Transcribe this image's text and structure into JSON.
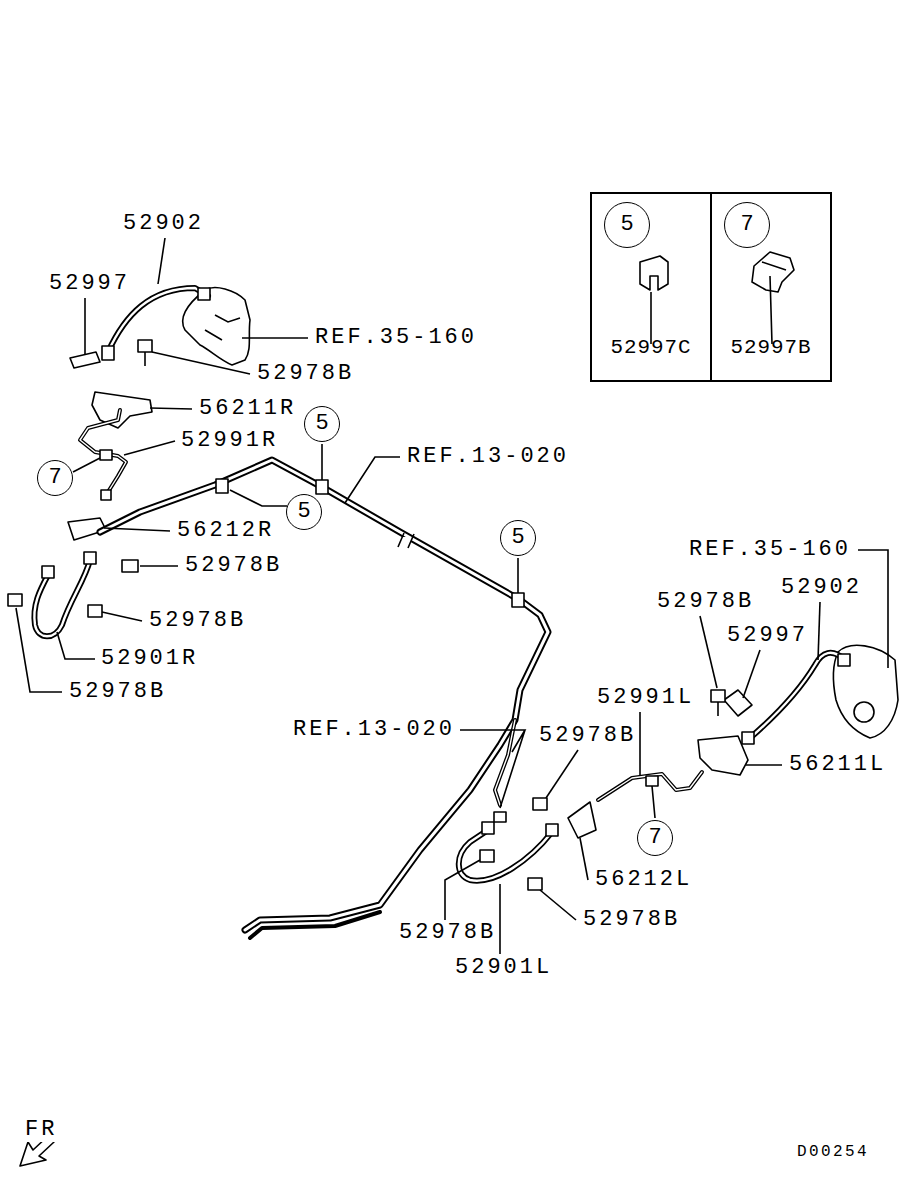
{
  "diagram": {
    "nodes": [
      {
        "text": [
          "52997C"
        ]
      },
      {
        "text": [
          "5"
        ],
        "in": 0
      },
      {
        "text": [
          "52997B"
        ]
      },
      {
        "text": [
          "7"
        ],
        "in": 2
      },
      {
        "text": [
          "5"
        ]
      },
      {
        "text": [
          "7"
        ]
      },
      {
        "text": [
          "5"
        ]
      },
      {
        "text": [
          "5"
        ]
      },
      {
        "text": [
          "7"
        ]
      }
    ],
    "labels": [
      "52902",
      "52997",
      "REF.35-160",
      "52978B",
      "56211R",
      "52991R",
      "REF.13-020",
      "56212R",
      "REF.35-160",
      "52978B",
      "52902",
      "52978B",
      "52978B",
      "52997",
      "52901R",
      "52978B",
      "52991L",
      "REF.13-020",
      "52978B",
      "56211L",
      "56212L",
      "52978B",
      "52978B",
      "52901L",
      "FR",
      "D00254"
    ]
  }
}
